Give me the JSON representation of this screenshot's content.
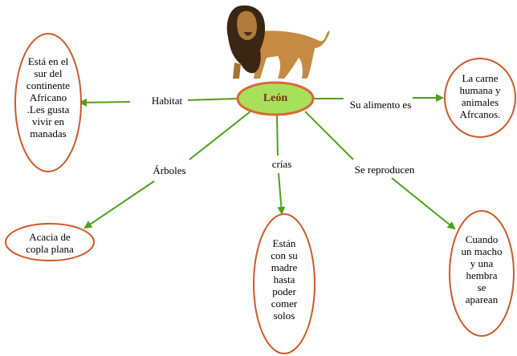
{
  "concept_map": {
    "center": "León",
    "branches": [
      {
        "id": "habitat",
        "link": "Habitat",
        "node": "Está en el\nsur del\ncontinente\nAfricano\n.Les gusta\nvivir en\nmanadas"
      },
      {
        "id": "alimento",
        "link": "Su alimento es",
        "node": "La carne\nhumana y\nanimales\nAfrcanos."
      },
      {
        "id": "arboles",
        "link": "Árboles",
        "node": "Acacia de\ncopla plana"
      },
      {
        "id": "crias",
        "link": "crías",
        "node": "Están\ncon su\nmadre\nhasta\npoder\ncomer\nsolos"
      },
      {
        "id": "reproducen",
        "link": "Se reproducen",
        "node": "Cuando\nun macho\ny una\nhembra\nse\naparean"
      }
    ]
  },
  "colors": {
    "center_fill": "#a8e05c",
    "node_border": "#cc5a2a",
    "center_border": "#d86a30",
    "arrow": "#4f9f1d",
    "center_text": "#7a2f12"
  },
  "image": {
    "subject": "lion"
  }
}
